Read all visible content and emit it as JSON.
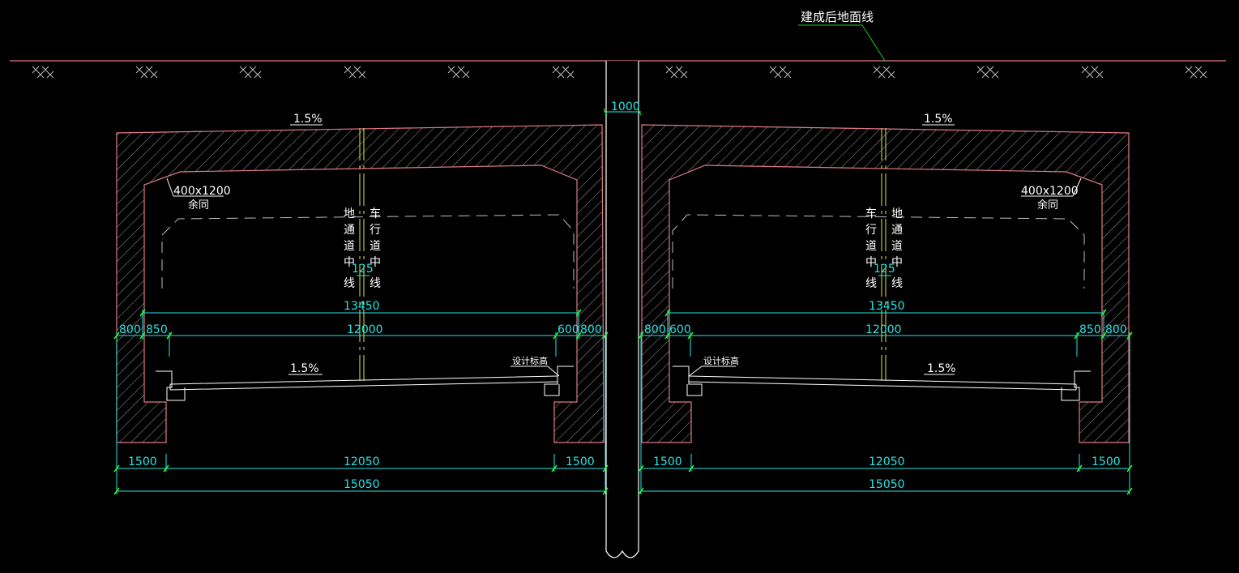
{
  "labels": {
    "ground_line": "建成后地面线",
    "haunch_left": "400x1200",
    "haunch_left_note": "余同",
    "haunch_right": "400x1200",
    "haunch_right_note": "余同",
    "slope_top_left": "1.5%",
    "slope_top_right": "1.5%",
    "slope_floor_left": "1.5%",
    "slope_floor_right": "1.5%",
    "design_elev_left": "设计标高",
    "design_elev_right": "设计标高",
    "pile_dia": "1000",
    "offset_left": "125",
    "offset_right": "125",
    "centerline_road": [
      "车",
      "行",
      "道",
      "中",
      "线"
    ],
    "centerline_tunnel": [
      "地",
      "通",
      "道",
      "中",
      "线"
    ]
  },
  "dims_left": {
    "inner_total": "13450",
    "wall_l": "800",
    "side_l": "850",
    "clear": "12000",
    "side_r": "600",
    "wall_r": "800",
    "base_l": "1500",
    "base_mid": "12050",
    "base_r": "1500",
    "total": "15050"
  },
  "dims_right": {
    "inner_total": "13450",
    "wall_l": "800",
    "side_l": "600",
    "clear": "12000",
    "side_r": "850",
    "wall_r": "800",
    "base_l": "1500",
    "base_mid": "12050",
    "base_r": "1500",
    "total": "15050"
  },
  "colors": {
    "background": "#000000",
    "concrete_outline": "#e07a88",
    "dimension": "#29e3e3",
    "dim_tick": "#22ff22",
    "centerline": "#e8e840",
    "leader": "#22c822",
    "ground": "#e07a88"
  }
}
